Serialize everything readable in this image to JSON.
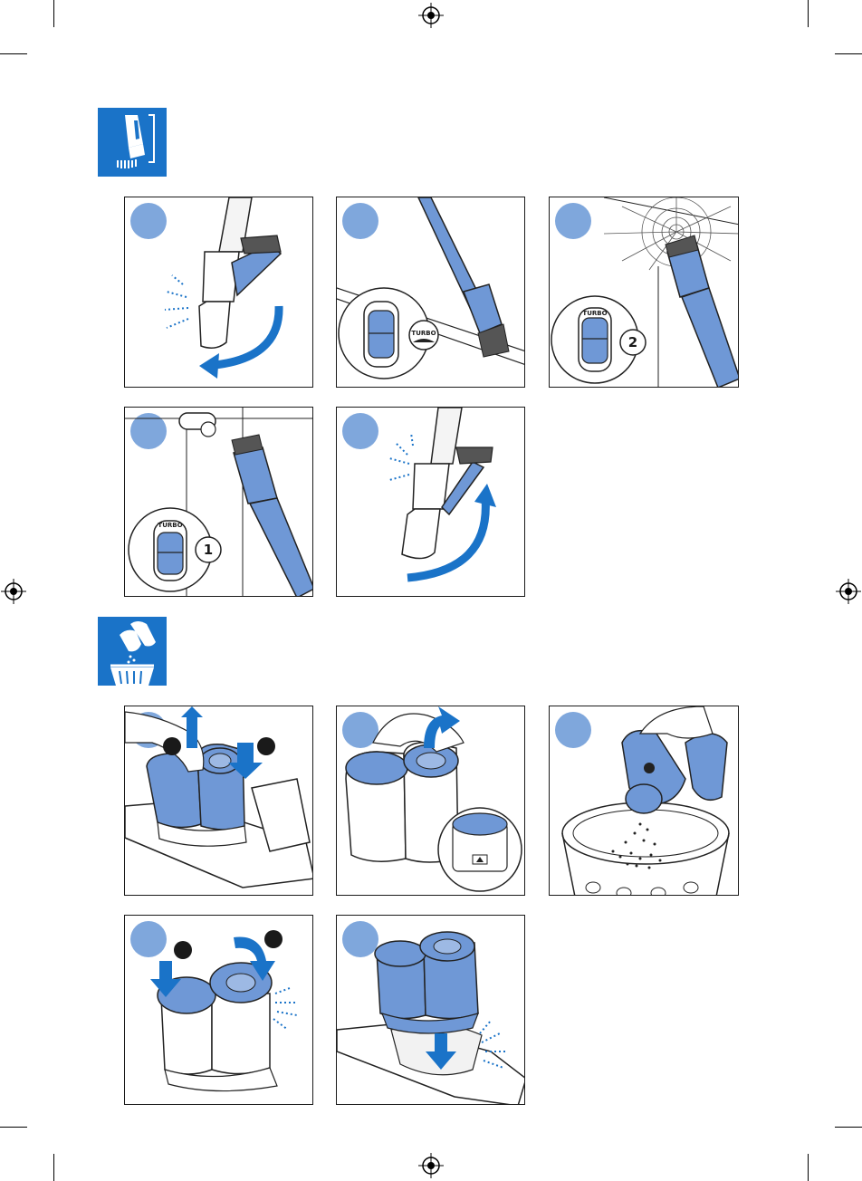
{
  "sections": [
    {
      "icon": "crevice-brush-icon",
      "steps": [
        {
          "callout": "",
          "button_text": ""
        },
        {
          "callout": "",
          "button_text": "TURBO"
        },
        {
          "callout": "2",
          "button_text": "TURBO"
        },
        {
          "callout": "1",
          "button_text": "TURBO"
        },
        {
          "callout": "",
          "button_text": ""
        }
      ]
    },
    {
      "icon": "empty-dust-container-icon",
      "steps": [
        {
          "callout": ""
        },
        {
          "callout": ""
        },
        {
          "callout": ""
        },
        {
          "callout": ""
        },
        {
          "callout": ""
        }
      ]
    }
  ],
  "colors": {
    "accent_blue": "#1a73c8",
    "light_blue": "#7fa7dc",
    "part_blue": "#6f98d6"
  }
}
